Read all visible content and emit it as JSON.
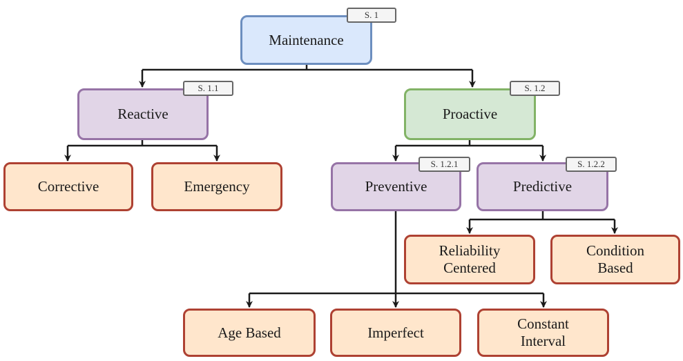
{
  "nodes": {
    "maintenance": "Maintenance",
    "reactive": "Reactive",
    "proactive": "Proactive",
    "corrective": "Corrective",
    "emergency": "Emergency",
    "preventive": "Preventive",
    "predictive": "Predictive",
    "reliability_centered": "Reliability\nCentered",
    "condition_based": "Condition\nBased",
    "age_based": "Age Based",
    "imperfect": "Imperfect",
    "constant_interval": "Constant\nInterval"
  },
  "tags": {
    "maintenance": "S. 1",
    "reactive": "S. 1.1",
    "proactive": "S. 1.2",
    "preventive": "S. 1.2.1",
    "predictive": "S. 1.2.2"
  },
  "colors": {
    "blue_fill": "#dae8fc",
    "blue_border": "#6c8ebf",
    "purple_fill": "#e1d5e7",
    "purple_border": "#9673a6",
    "green_fill": "#d5e8d4",
    "green_border": "#82b366",
    "orange_fill": "#ffe6cc",
    "orange_border": "#ae4132",
    "connector": "#1a1a1a"
  }
}
